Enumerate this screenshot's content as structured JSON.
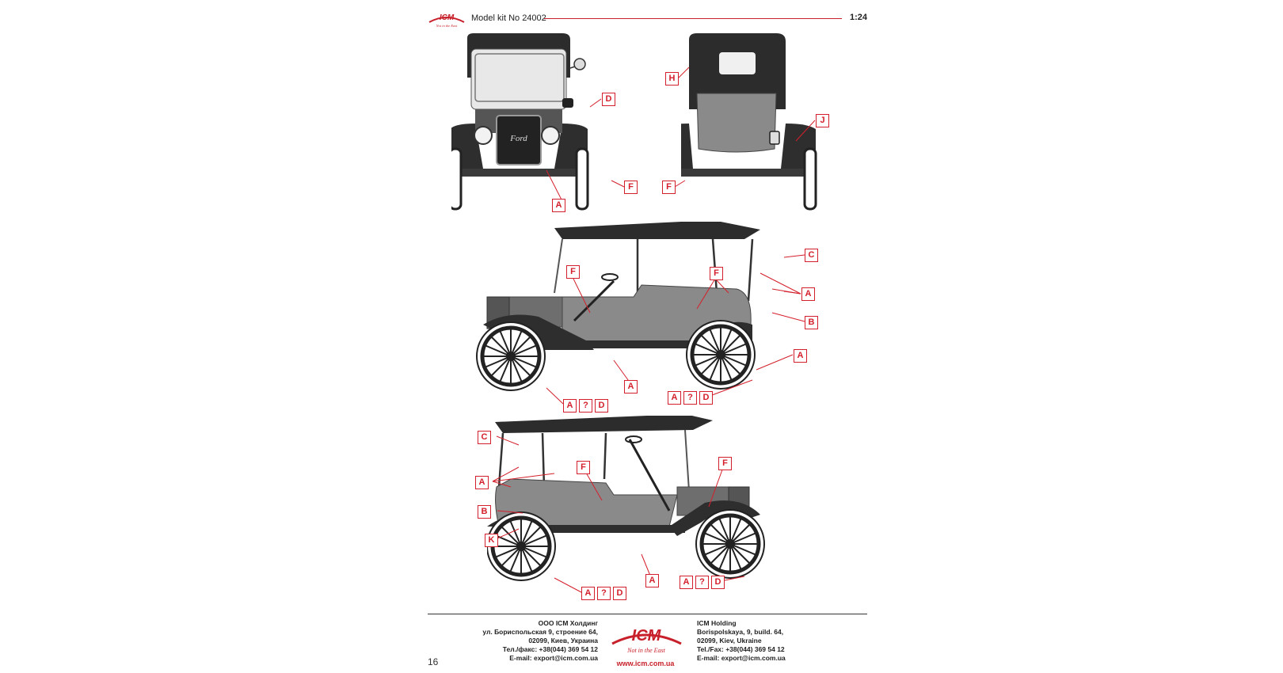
{
  "header": {
    "brand": "ICM",
    "slogan": "Not in the East",
    "model_kit": "Model kit No 24002",
    "scale": "1:24"
  },
  "grille_text": "Ford",
  "figures": [
    {
      "name": "front-view",
      "callouts": [
        "D",
        "F",
        "A"
      ]
    },
    {
      "name": "rear-view",
      "callouts": [
        "H",
        "J",
        "F"
      ]
    },
    {
      "name": "left-side-view",
      "callouts": [
        "F",
        "F",
        "C",
        "A",
        "B",
        "A",
        "A",
        "A",
        "?",
        "D",
        "A",
        "?",
        "D"
      ]
    },
    {
      "name": "right-side-view",
      "callouts": [
        "C",
        "A",
        "F",
        "F",
        "B",
        "K",
        "A",
        "A",
        "?",
        "D",
        "A",
        "?",
        "D"
      ]
    }
  ],
  "colors": {
    "accent": "#d4202c",
    "body_grey": "#8a8a8a",
    "top_black": "#2c2c2c",
    "fender_black": "#2e2e2e"
  },
  "labels": {
    "fv_D": "D",
    "fv_F": "F",
    "fv_A": "A",
    "rv_H": "H",
    "rv_J": "J",
    "rv_F": "F",
    "s1_F1": "F",
    "s1_F2": "F",
    "s1_C": "C",
    "s1_A1": "A",
    "s1_B": "B",
    "s1_A2": "A",
    "s1_A3": "A",
    "s1_g1": [
      "A",
      "?",
      "D"
    ],
    "s1_g2": [
      "A",
      "?",
      "D"
    ],
    "s2_C": "C",
    "s2_A1": "A",
    "s2_F1": "F",
    "s2_F2": "F",
    "s2_B": "B",
    "s2_K": "K",
    "s2_A2": "A",
    "s2_g1": [
      "A",
      "?",
      "D"
    ],
    "s2_g2": [
      "A",
      "?",
      "D"
    ]
  },
  "footer": {
    "left": [
      "ООО ICM Холдинг",
      "ул. Бориспольская 9, строение 64,",
      "02099, Киев, Украина",
      "Тел./факс: +38(044) 369 54 12",
      "E-mail: export@icm.com.ua"
    ],
    "right": [
      "ICM Holding",
      "Borispolskaya, 9, build. 64,",
      "02099, Kiev, Ukraine",
      "Tel./Fax: +38(044) 369 54 12",
      "E-mail: export@icm.com.ua"
    ],
    "website": "www.icm.com.ua",
    "page_number": "16"
  }
}
